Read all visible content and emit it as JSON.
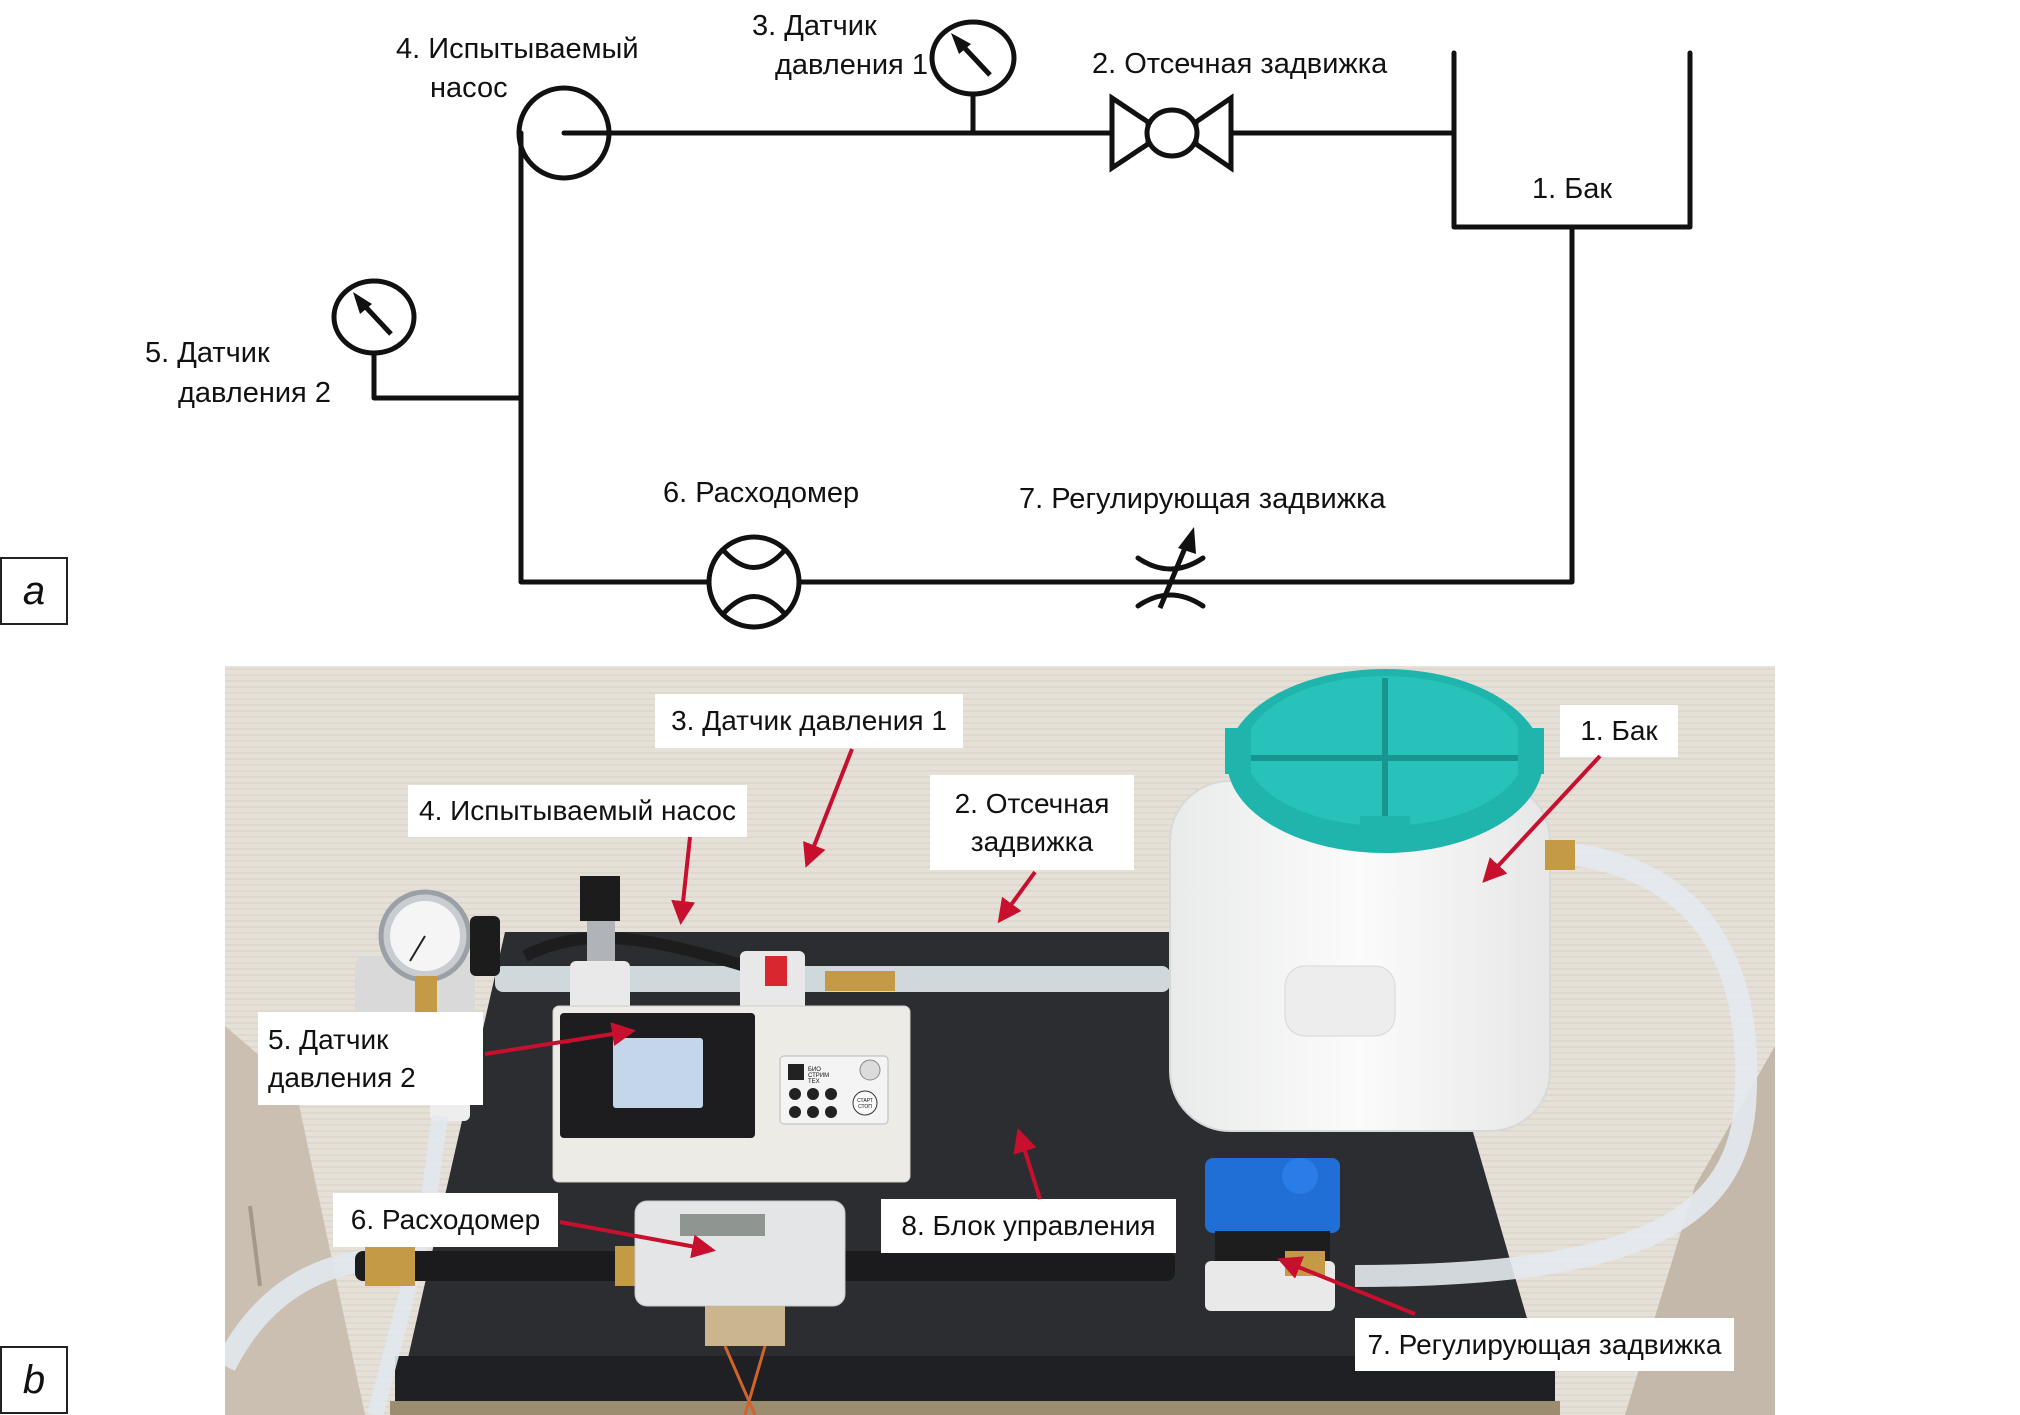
{
  "panels": {
    "a": "a",
    "b": "b"
  },
  "scheme": {
    "tank": "1. Бак",
    "shutoff_valve": "2. Отсечная задвижка",
    "pressure_sensor_1": [
      "3. Датчик",
      "давления 1"
    ],
    "pump": [
      "4. Испытываемый",
      "насос"
    ],
    "pressure_sensor_2": [
      "5. Датчик",
      "давления 2"
    ],
    "flowmeter": "6. Расходомер",
    "regulating_valve": "7. Регулирующая задвижка"
  },
  "photo": {
    "callouts": {
      "tank": "1. Бак",
      "shutoff_valve": "2. Отсечная\nзадвижка",
      "pressure_sensor_1": "3. Датчик давления 1",
      "pump": "4. Испытываемый насос",
      "pressure_sensor_2": "5. Датчик\n   давления 2",
      "flowmeter": "6. Расходомер",
      "regulating_valve": "7. Регулирующая задвижка",
      "control_unit": "8.  Блок управления"
    },
    "control_panel": {
      "brand": [
        "БИО",
        "СТРИМ",
        "ТЕХ"
      ],
      "start_stop": [
        "СТАРТ",
        "СТОП"
      ]
    },
    "colors": {
      "arrow": "#c8102e",
      "lid": "#1fb5ad",
      "actuator": "#1f6fd6",
      "wall": "#e5e0d7",
      "table": "#2b2d31"
    }
  }
}
